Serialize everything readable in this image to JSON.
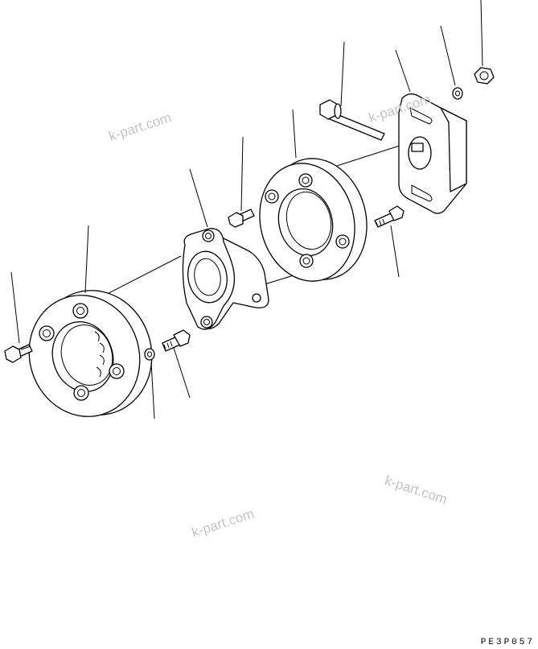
{
  "watermarks": [
    "k-part.com",
    "k-part.com",
    "k-part.com",
    "k-part.com"
  ],
  "drawing_code": "PE3P057",
  "colors": {
    "line": "#000000",
    "background": "#ffffff",
    "watermark": "#c4c4c4"
  }
}
